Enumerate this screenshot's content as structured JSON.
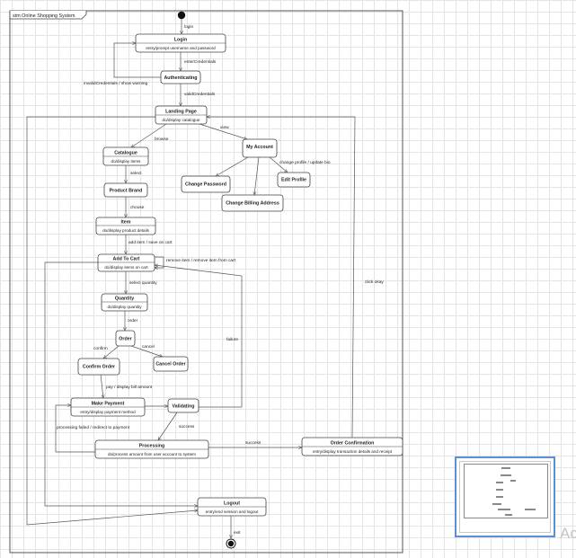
{
  "frame": {
    "title": "stm Online Shopping System"
  },
  "states": {
    "login": {
      "name": "Login",
      "action": "entry/prompt username and password"
    },
    "authenticating": {
      "name": "Authenticating"
    },
    "landing": {
      "name": "Landing Page",
      "action": "do/display catalogue"
    },
    "catalogue": {
      "name": "Catalogue",
      "action": "do/display items"
    },
    "my_account": {
      "name": "My Account"
    },
    "change_password": {
      "name": "Change Password"
    },
    "edit_profile": {
      "name": "Edit Profile"
    },
    "change_billing": {
      "name": "Change Billing Address"
    },
    "product_brand": {
      "name": "Product Brand"
    },
    "item": {
      "name": "Item",
      "action": "do/display product details"
    },
    "add_to_cart": {
      "name": "Add To Cart",
      "action": "do/display items on cart"
    },
    "quantity": {
      "name": "Quantity",
      "action": "do/display quantity"
    },
    "order": {
      "name": "Order"
    },
    "confirm_order": {
      "name": "Confirm Order"
    },
    "cancel_order": {
      "name": "Cancel Order"
    },
    "make_payment": {
      "name": "Make Payment",
      "action": "entry/display payment method"
    },
    "validating": {
      "name": "Validating"
    },
    "processing": {
      "name": "Processing",
      "action": "do/process amount from user account to system"
    },
    "order_confirmation": {
      "name": "Order Confirmation",
      "action": "entry/display transaction details and receipt"
    },
    "logout": {
      "name": "Logout",
      "action": "entry/end session and logout"
    }
  },
  "transitions": {
    "login": "login",
    "enter_credentials": "enterCredentials",
    "invalid_credentials": "invalidCredentials / show warning",
    "valid_credentials": "validCredentials",
    "browse": "browse",
    "view": "view",
    "change_profile": "change profile / update bio",
    "select": "select",
    "choose": "choose",
    "add_item": "add item / save on cart",
    "remove_item": "remove item / remove item from cart",
    "select_quantity": "select quantity",
    "order": "order",
    "confirm": "confirm",
    "cancel": "cancel",
    "pay": "pay / display bill amount",
    "failure": "failure",
    "success_validating": "success",
    "success_processing": "success",
    "processing_failed": "processing failed / redirect to payment",
    "click_okay": "click okay",
    "exit": "exit"
  },
  "watermark": {
    "text": "Ac"
  }
}
